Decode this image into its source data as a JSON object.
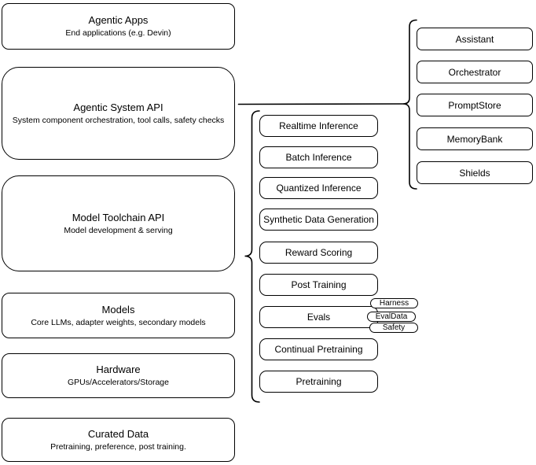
{
  "diagram": {
    "colors": {
      "stroke": "#000000",
      "fill": "#ffffff",
      "text": "#000000",
      "background": "#ffffff"
    },
    "stack_layers": [
      {
        "title": "Agentic Apps",
        "subtitle": "End applications (e.g. Devin)"
      },
      {
        "title": "Agentic System API",
        "subtitle": "System component orchestration, tool calls, safety checks"
      },
      {
        "title": "Model Toolchain API",
        "subtitle": "Model development & serving"
      },
      {
        "title": "Models",
        "subtitle": "Core LLMs, adapter weights, secondary models"
      },
      {
        "title": "Hardware",
        "subtitle": "GPUs/Accelerators/Storage"
      },
      {
        "title": "Curated Data",
        "subtitle": "Pretraining, preference, post training."
      }
    ],
    "toolchain": {
      "items": [
        "Realtime Inference",
        "Batch Inference",
        "Quantized Inference",
        "Synthetic Data Generation",
        "Reward Scoring",
        "Post Training",
        "Evals",
        "Continual Pretraining",
        "Pretraining"
      ],
      "eval_tags": [
        "Harness",
        "EvalData",
        "Safety"
      ]
    },
    "system_components": {
      "items": [
        "Assistant",
        "Orchestrator",
        "PromptStore",
        "MemoryBank",
        "Shields"
      ]
    }
  }
}
